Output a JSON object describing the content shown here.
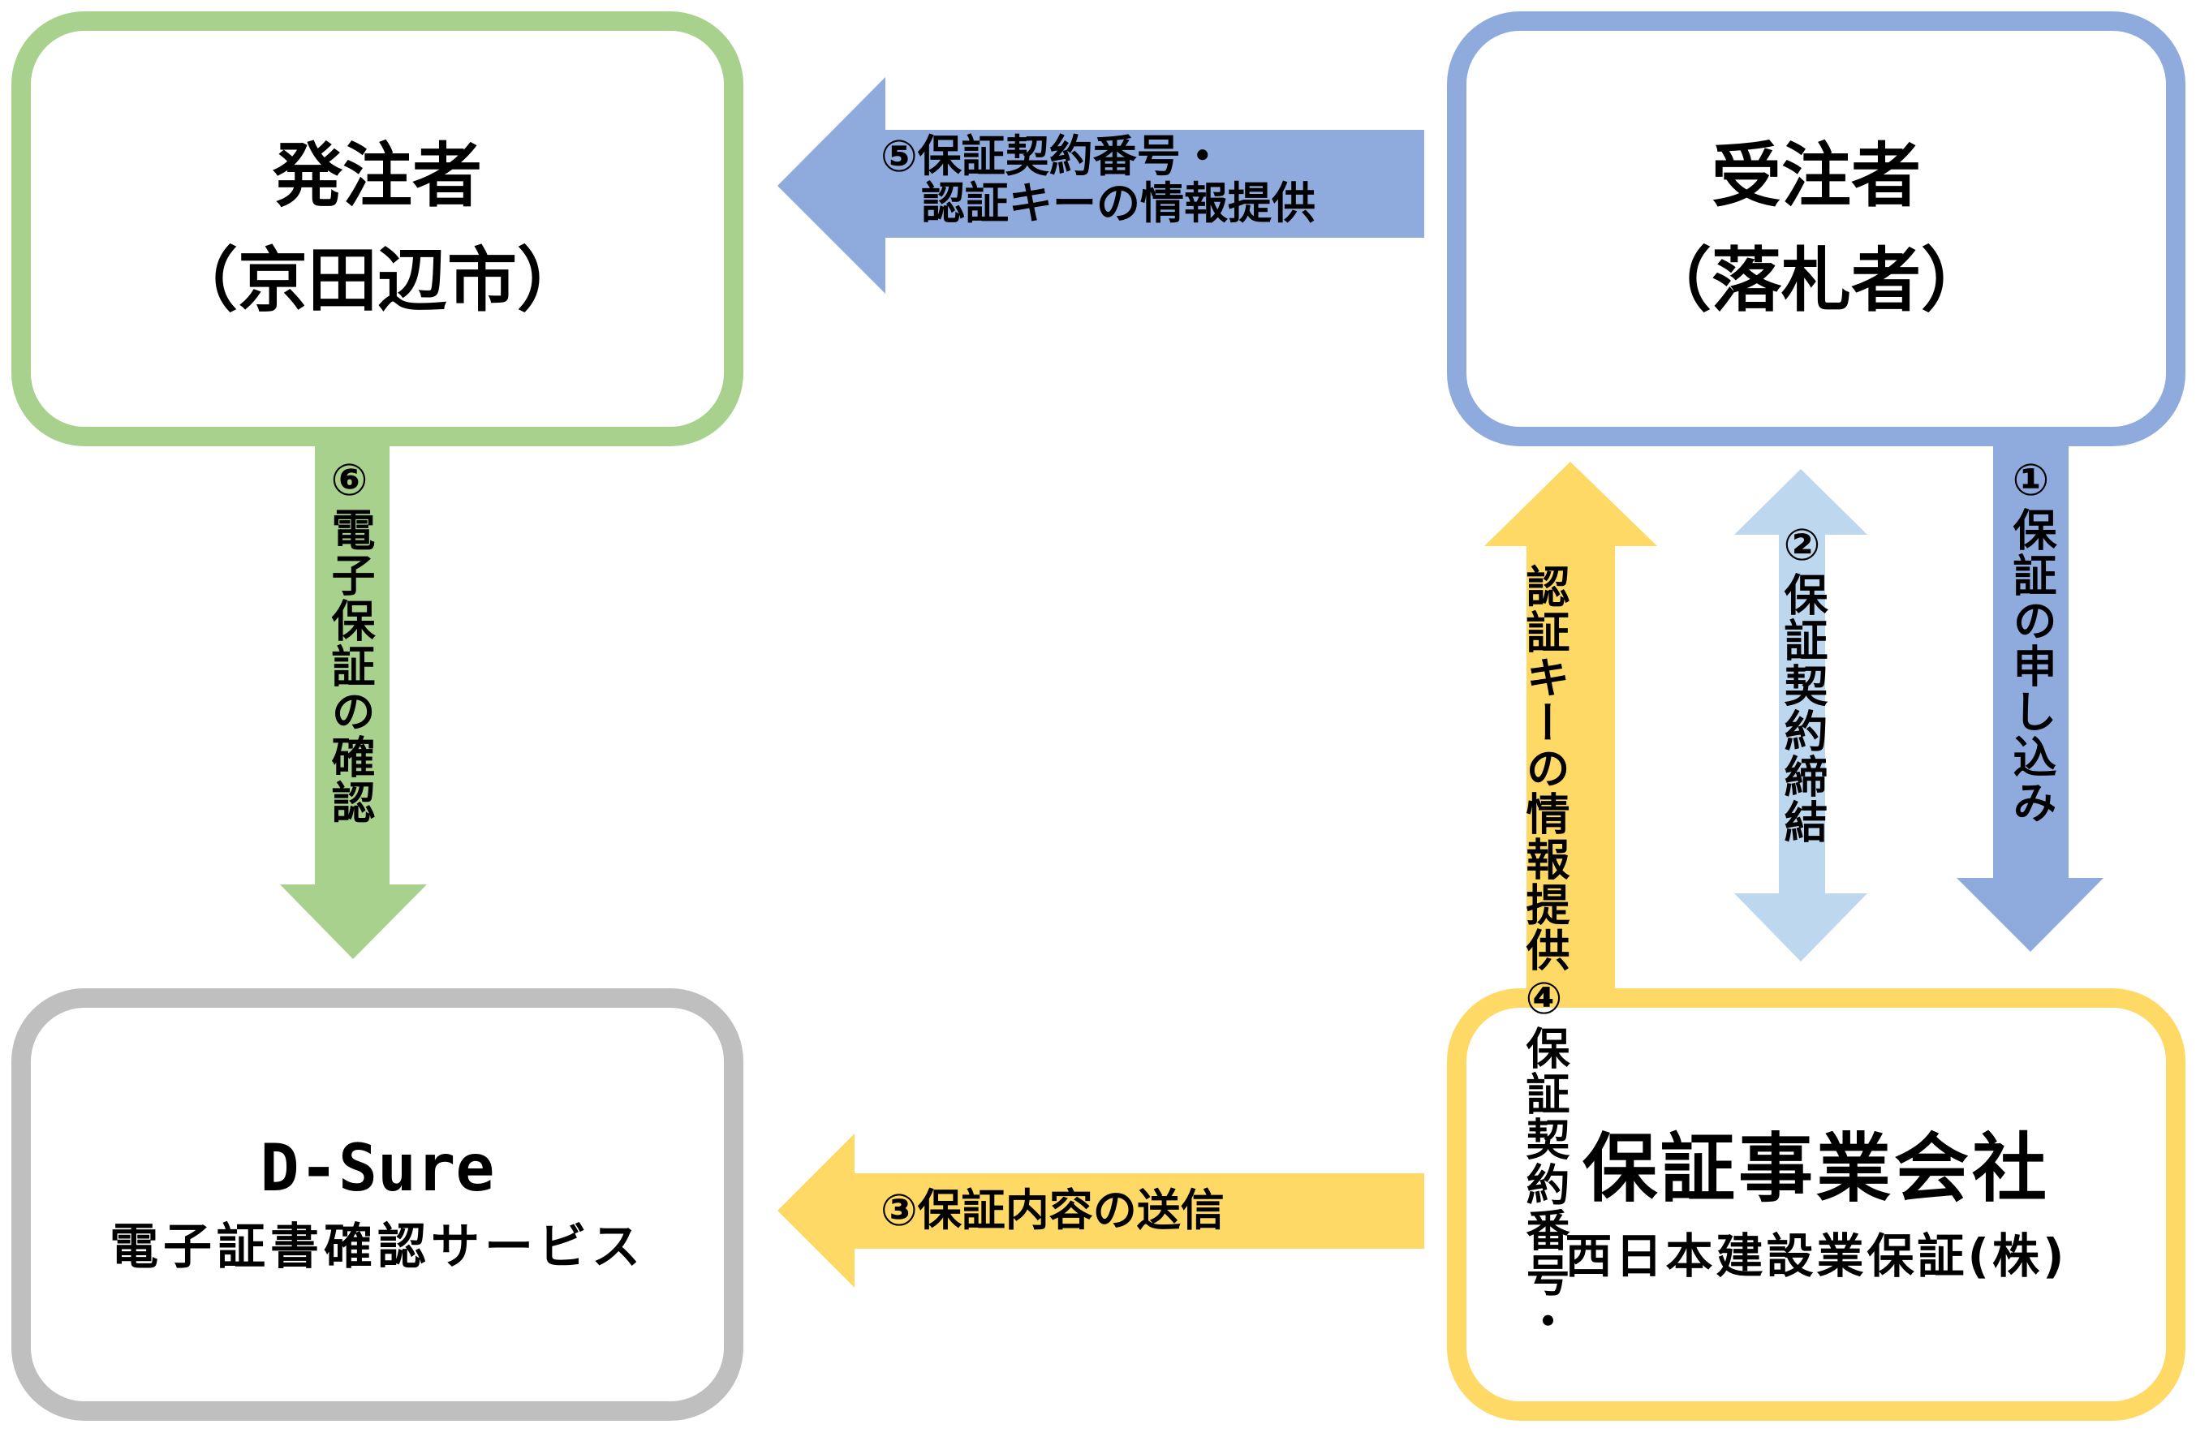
{
  "colors": {
    "orderer": "#A9D18E",
    "contractor": "#8FAADC",
    "dsure": "#BFBFBF",
    "guarantor": "#FFD966",
    "light_blue": "#BDD7EE"
  },
  "nodes": {
    "orderer": {
      "title": "発注者",
      "subtitle": "（京田辺市）"
    },
    "contractor": {
      "title": "受注者",
      "subtitle": "（落札者）"
    },
    "dsure": {
      "title": "D-Sure",
      "subtitle": "電子証書確認サービス"
    },
    "guarantor": {
      "title": "保証事業会社",
      "subtitle": "西日本建設業保証(株)"
    }
  },
  "flows": {
    "step1": {
      "label": "①保証の申し込み"
    },
    "step2": {
      "label": "②保証契約締結"
    },
    "step3": {
      "label": "③保証内容の送信"
    },
    "step4": {
      "line1": "④保証契約番号・",
      "line2": "認証キーの情報提供"
    },
    "step5": {
      "line1": "⑤保証契約番号・",
      "line2": "認証キーの情報提供"
    },
    "step6": {
      "label": "⑥電子保証の確認"
    }
  }
}
